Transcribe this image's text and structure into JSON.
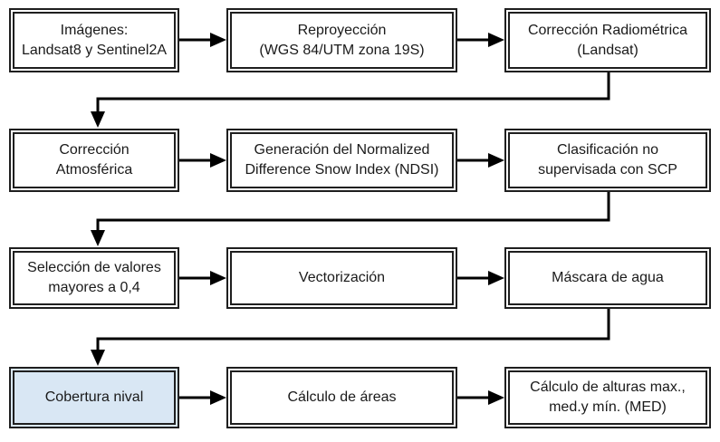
{
  "diagram": {
    "type": "flowchart",
    "background_color": "#ffffff",
    "line_color": "#000000",
    "highlight_fill": "#d9e7f4",
    "nodes": {
      "imagenes": {
        "label": "Imágenes:\nLandsat8 y Sentinel2A",
        "highlighted": false
      },
      "reproyeccion": {
        "label": "Reproyección\n(WGS 84/UTM zona 19S)",
        "highlighted": false
      },
      "correccion_radiometrica": {
        "label": "Corrección Radiométrica\n(Landsat)",
        "highlighted": false
      },
      "correccion_atmosferica": {
        "label": "Corrección\nAtmosférica",
        "highlighted": false
      },
      "ndsi": {
        "label": "Generación del Normalized\nDifference Snow Index (NDSI)",
        "highlighted": false
      },
      "clasificacion": {
        "label": "Clasificación no\nsupervisada con SCP",
        "highlighted": false
      },
      "seleccion": {
        "label": "Selección de valores\nmayores a 0,4",
        "highlighted": false
      },
      "vectorizacion": {
        "label": "Vectorización",
        "highlighted": false
      },
      "mascara": {
        "label": "Máscara de agua",
        "highlighted": false
      },
      "cobertura": {
        "label": "Cobertura nival",
        "highlighted": true
      },
      "calculo_areas": {
        "label": "Cálculo de áreas",
        "highlighted": false
      },
      "calculo_alturas": {
        "label": "Cálculo de alturas max.,\nmed.y mín. (MED)",
        "highlighted": false
      }
    },
    "edges": [
      {
        "from": "imagenes",
        "to": "reproyeccion"
      },
      {
        "from": "reproyeccion",
        "to": "correccion_radiometrica"
      },
      {
        "from": "correccion_radiometrica",
        "to": "correccion_atmosferica"
      },
      {
        "from": "correccion_atmosferica",
        "to": "ndsi"
      },
      {
        "from": "ndsi",
        "to": "clasificacion"
      },
      {
        "from": "clasificacion",
        "to": "seleccion"
      },
      {
        "from": "seleccion",
        "to": "vectorizacion"
      },
      {
        "from": "vectorizacion",
        "to": "mascara"
      },
      {
        "from": "mascara",
        "to": "cobertura"
      },
      {
        "from": "cobertura",
        "to": "calculo_areas"
      },
      {
        "from": "calculo_areas",
        "to": "calculo_alturas"
      }
    ]
  }
}
